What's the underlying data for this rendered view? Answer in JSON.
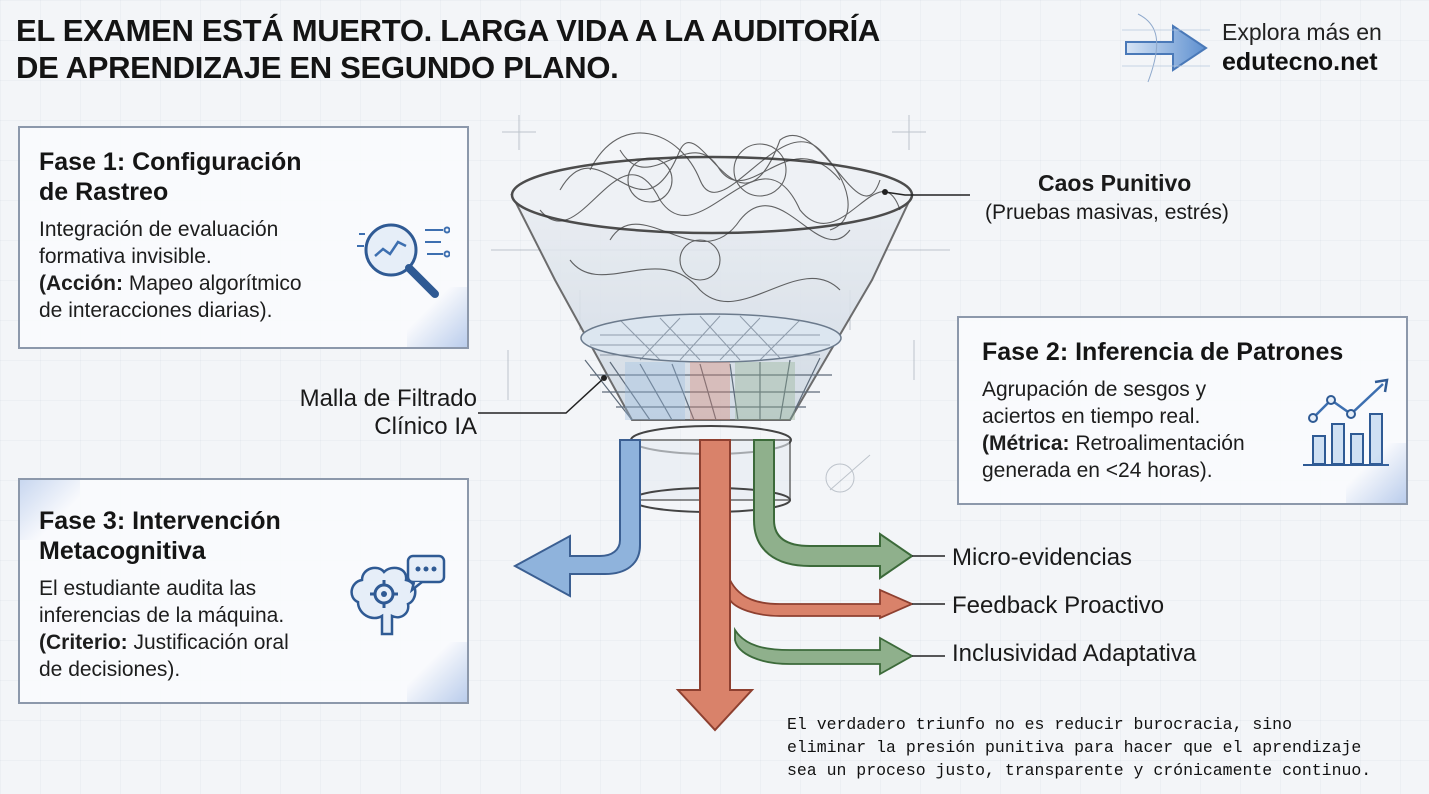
{
  "header": {
    "title_line1": "EL EXAMEN ESTÁ MUERTO. LARGA VIDA A LA AUDITORÍA",
    "title_line2": "DE APRENDIZAJE EN SEGUNDO PLANO.",
    "explore_line1": "Explora más en",
    "explore_line2": "edutecno.net"
  },
  "phase1": {
    "heading_line1": "Fase 1: Configuración",
    "heading_line2": "de Rastreo",
    "line1": "Integración de evaluación",
    "line2": "formativa invisible.",
    "action_label": "(Acción:",
    "line3_rest": " Mapeo algorítmico",
    "line4": "de interacciones diarias).",
    "icon": "magnifier-chart-icon"
  },
  "phase2": {
    "heading": "Fase 2: Inferencia de Patrones",
    "line1": "Agrupación de sesgos y",
    "line2": "aciertos en tiempo real.",
    "metric_label": "(Métrica:",
    "line3_rest": " Retroalimentación",
    "line4": "generada en <24 horas).",
    "icon": "growth-bar-chart-icon"
  },
  "phase3": {
    "heading_line1": "Fase 3: Intervención",
    "heading_line2": "Metacognitiva",
    "line1": "El estudiante audita las",
    "line2": "inferencias de la máquina.",
    "criterion_label": "(Criterio:",
    "line3_rest": " Justificación oral",
    "line4": "de decisiones).",
    "icon": "brain-gear-chat-icon"
  },
  "funnel": {
    "top_label": "Caos Punitivo",
    "top_sublabel": "(Pruebas masivas, estrés)",
    "mesh_label_line1": "Malla de Filtrado",
    "mesh_label_line2": "Clínico IA"
  },
  "outputs": {
    "items": [
      "Micro-evidencias",
      "Feedback Proactivo",
      "Inclusividad Adaptativa"
    ],
    "colors": {
      "blue": "#8fb3dc",
      "orange": "#d9826a",
      "green": "#8fb08c"
    }
  },
  "quote": {
    "line1": "El verdadero triunfo no es reducir burocracia, sino",
    "line2": "eliminar la presión punitiva para hacer que el aprendizaje",
    "line3": "sea un proceso justo, transparente y crónicamente continuo."
  }
}
